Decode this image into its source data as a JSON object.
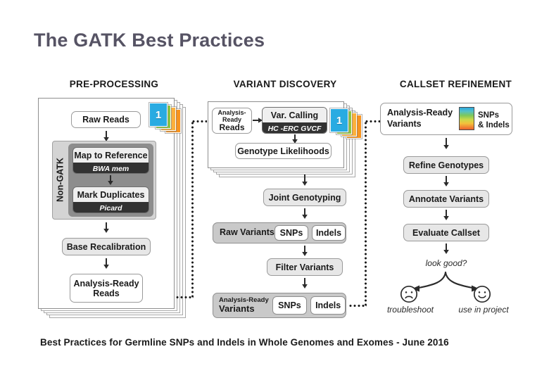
{
  "title": "The GATK Best Practices",
  "caption": "Best Practices for Germline SNPs and Indels in Whole Genomes and Exomes - June 2016",
  "columns": {
    "pre_processing": "PRE-PROCESSING",
    "variant_discovery": "VARIANT DISCOVERY",
    "callset_refinement": "CALLSET REFINEMENT"
  },
  "pre_processing": {
    "raw_reads": "Raw Reads",
    "nongatk_label": "Non-GATK",
    "map_to_reference": {
      "name": "Map to Reference",
      "tool": "BWA mem"
    },
    "mark_duplicates": {
      "name": "Mark Duplicates",
      "tool": "Picard"
    },
    "base_recalibration": "Base Recalibration",
    "analysis_ready_reads": "Analysis-Ready\nReads",
    "analysis_ready_reads_line1": "Analysis-Ready",
    "analysis_ready_reads_line2": "Reads",
    "sample_tab_number": "1"
  },
  "variant_discovery": {
    "analysis_ready_reads_line1": "Analysis-Ready",
    "analysis_ready_reads_line2": "Reads",
    "var_calling": {
      "name": "Var. Calling",
      "tool": "HC -ERC GVCF"
    },
    "genotype_likelihoods": "Genotype Likelihoods",
    "joint_genotyping": "Joint Genotyping",
    "raw_variants": {
      "label": "Raw Variants",
      "snps": "SNPs",
      "indels": "Indels"
    },
    "filter_variants": "Filter Variants",
    "analysis_ready_variants": {
      "label_small": "Analysis-Ready",
      "label_big": "Variants",
      "snps": "SNPs",
      "indels": "Indels"
    },
    "sample_tab_number": "1"
  },
  "callset_refinement": {
    "analysis_ready_variants_line1": "Analysis-Ready",
    "analysis_ready_variants_line2": "Variants",
    "swatch_label_line1": "SNPs",
    "swatch_label_line2": "& Indels",
    "refine_genotypes": "Refine Genotypes",
    "annotate_variants": "Annotate Variants",
    "evaluate_callset": "Evaluate Callset",
    "decision": "look good?",
    "troubleshoot": "troubleshoot",
    "use_in_project": "use in project"
  },
  "colors": {
    "title": "#565364",
    "tab_cyan": "#29ABE2",
    "tab_green": "#8CC63F",
    "tab_yellow": "#FBB03B",
    "tab_orange": "#F7931E",
    "box_gray": "#E7E7E7",
    "box_midgray": "#C9C9C9",
    "tool_dark": "#323232"
  }
}
